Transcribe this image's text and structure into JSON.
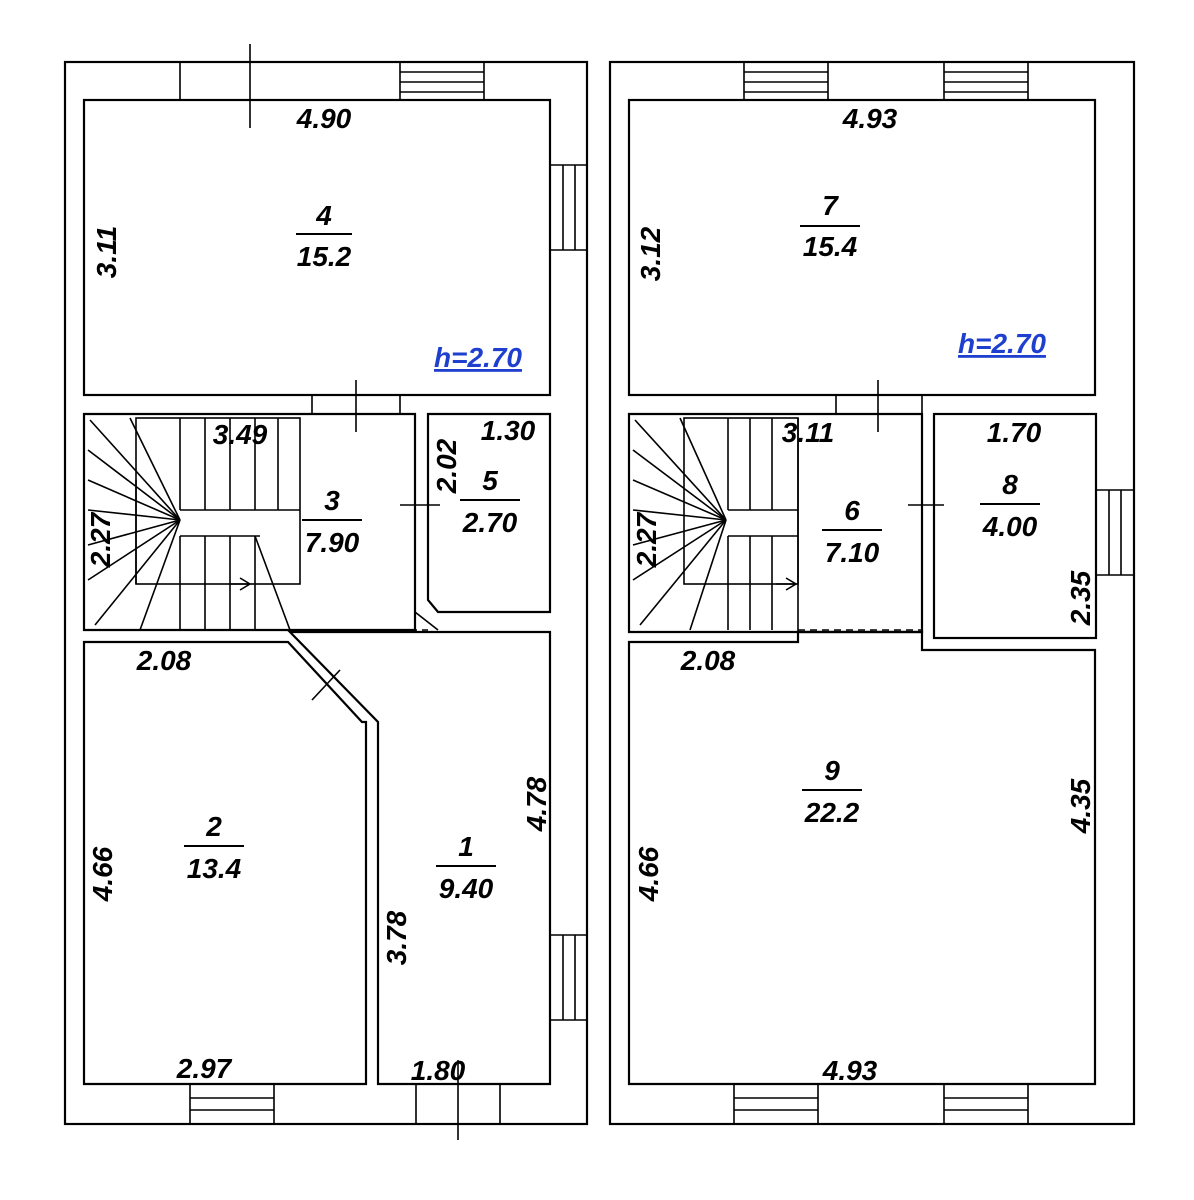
{
  "floor1": {
    "ceiling_height": "h=2.70",
    "rooms": [
      {
        "number": "4",
        "area": "15.2"
      },
      {
        "number": "3",
        "area": "7.90"
      },
      {
        "number": "5",
        "area": "2.70"
      },
      {
        "number": "2",
        "area": "13.4"
      },
      {
        "number": "1",
        "area": "9.40"
      }
    ],
    "dimensions": [
      "4.90",
      "3.11",
      "3.49",
      "2.27",
      "1.30",
      "2.02",
      "2.08",
      "4.66",
      "2.97",
      "4.78",
      "3.78",
      "1.80"
    ]
  },
  "floor2": {
    "ceiling_height": "h=2.70",
    "rooms": [
      {
        "number": "7",
        "area": "15.4"
      },
      {
        "number": "6",
        "area": "7.10"
      },
      {
        "number": "8",
        "area": "4.00"
      },
      {
        "number": "9",
        "area": "22.2"
      }
    ],
    "dimensions": [
      "4.93",
      "3.12",
      "3.11",
      "2.27",
      "1.70",
      "2.35",
      "2.08",
      "4.66",
      "4.35",
      "4.93"
    ]
  },
  "colors": {
    "line": "#000000",
    "height_label": "#1f3fcf",
    "background": "#ffffff"
  }
}
